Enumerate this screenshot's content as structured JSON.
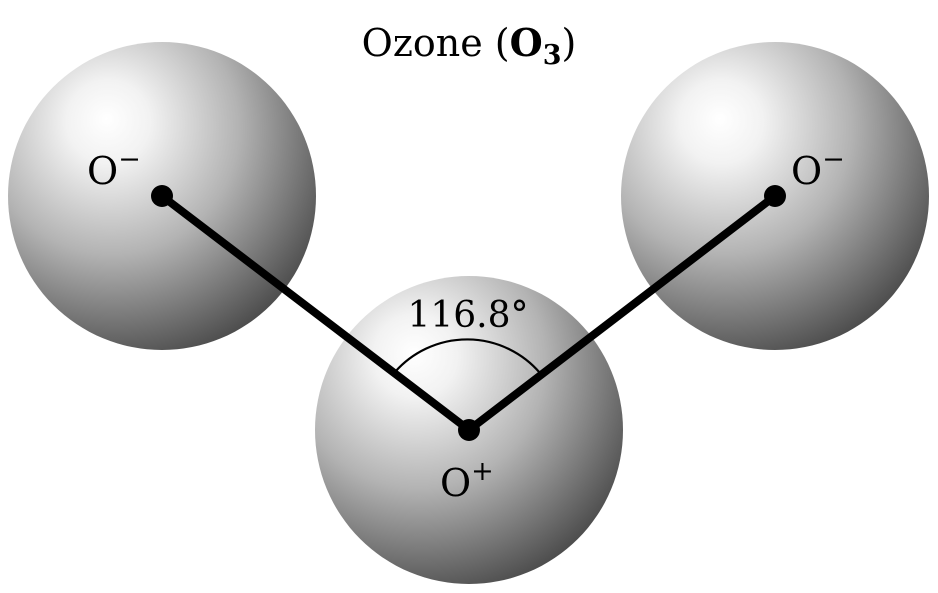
{
  "title": {
    "prefix": "Ozone (",
    "formula_base": "O",
    "formula_sub": "3",
    "suffix": ")"
  },
  "atoms": [
    {
      "id": "left",
      "element": "O",
      "charge": "−"
    },
    {
      "id": "center",
      "element": "O",
      "charge": "+"
    },
    {
      "id": "right",
      "element": "O",
      "charge": "−"
    }
  ],
  "bond_angle": {
    "value": "116.8°"
  },
  "colors": {
    "sphere_light": "#ffffff",
    "sphere_mid": "#b0b0b0",
    "sphere_dark": "#4a4a4a",
    "bond": "#000000"
  }
}
